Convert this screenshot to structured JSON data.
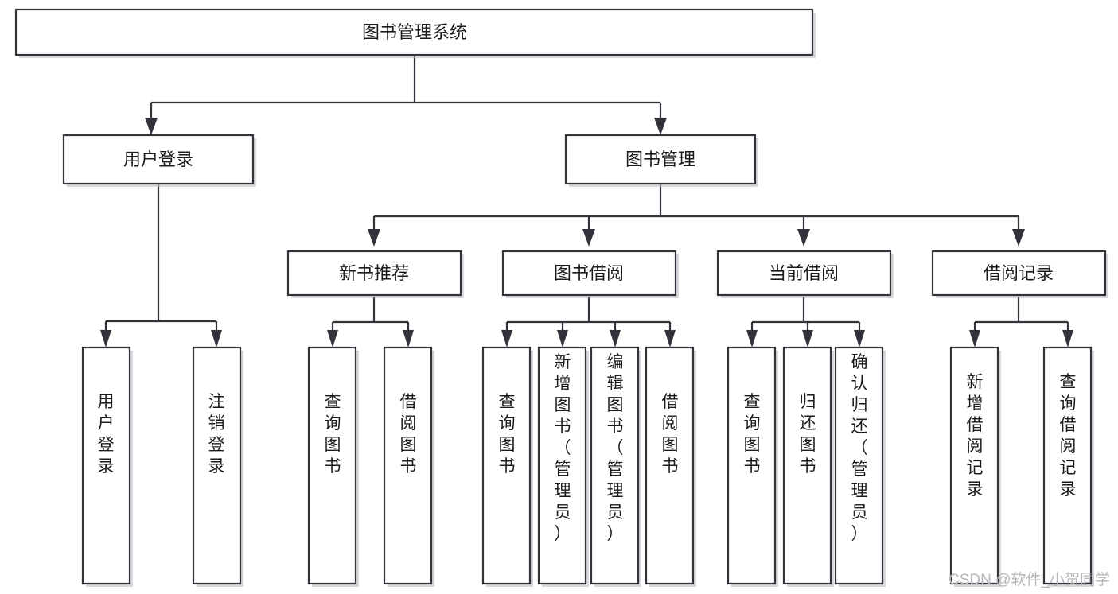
{
  "diagram": {
    "title": "图书管理系统",
    "type": "hierarchy-tree",
    "root": {
      "id": "root",
      "label": "图书管理系统",
      "orientation": "horizontal"
    },
    "level2": [
      {
        "id": "user-login",
        "label": "用户登录",
        "orientation": "horizontal"
      },
      {
        "id": "book-management",
        "label": "图书管理",
        "orientation": "horizontal"
      }
    ],
    "level3": [
      {
        "id": "new-book-recommend",
        "label": "新书推荐",
        "orientation": "horizontal",
        "parent": "book-management"
      },
      {
        "id": "book-borrow",
        "label": "图书借阅",
        "orientation": "horizontal",
        "parent": "book-management"
      },
      {
        "id": "current-borrow",
        "label": "当前借阅",
        "orientation": "horizontal",
        "parent": "book-management"
      },
      {
        "id": "borrow-record",
        "label": "借阅记录",
        "orientation": "horizontal",
        "parent": "book-management"
      }
    ],
    "leaves": [
      {
        "id": "leaf-user-login",
        "label": "用户登录",
        "orientation": "vertical",
        "parent": "user-login"
      },
      {
        "id": "leaf-user-logout",
        "label": "注销登录",
        "orientation": "vertical",
        "parent": "user-login"
      },
      {
        "id": "leaf-query-book-1",
        "label": "查询图书",
        "orientation": "vertical",
        "parent": "new-book-recommend"
      },
      {
        "id": "leaf-borrow-book-1",
        "label": "借阅图书",
        "orientation": "vertical",
        "parent": "new-book-recommend"
      },
      {
        "id": "leaf-query-book-2",
        "label": "查询图书",
        "orientation": "vertical",
        "parent": "book-borrow"
      },
      {
        "id": "leaf-add-book",
        "label": "新增图书（管理员）",
        "orientation": "vertical",
        "parent": "book-borrow"
      },
      {
        "id": "leaf-edit-book",
        "label": "编辑图书（管理员）",
        "orientation": "vertical",
        "parent": "book-borrow"
      },
      {
        "id": "leaf-borrow-book-2",
        "label": "借阅图书",
        "orientation": "vertical",
        "parent": "book-borrow"
      },
      {
        "id": "leaf-query-book-3",
        "label": "查询图书",
        "orientation": "vertical",
        "parent": "current-borrow"
      },
      {
        "id": "leaf-return-book",
        "label": "归还图书",
        "orientation": "vertical",
        "parent": "current-borrow"
      },
      {
        "id": "leaf-confirm-return",
        "label": "确认归还（管理员）",
        "orientation": "vertical",
        "parent": "current-borrow"
      },
      {
        "id": "leaf-add-record",
        "label": "新增借阅记录",
        "orientation": "vertical",
        "parent": "borrow-record"
      },
      {
        "id": "leaf-query-record",
        "label": "查询借阅记录",
        "orientation": "vertical",
        "parent": "borrow-record"
      }
    ],
    "colors": {
      "box_border": "#32323a",
      "box_fill": "#ffffff",
      "connector": "#32323a",
      "text": "#1b1b1f",
      "background": "#ffffff",
      "watermark": "#b6b6bb"
    }
  },
  "watermark": {
    "text": "CSDN @软件_小贺同学"
  }
}
